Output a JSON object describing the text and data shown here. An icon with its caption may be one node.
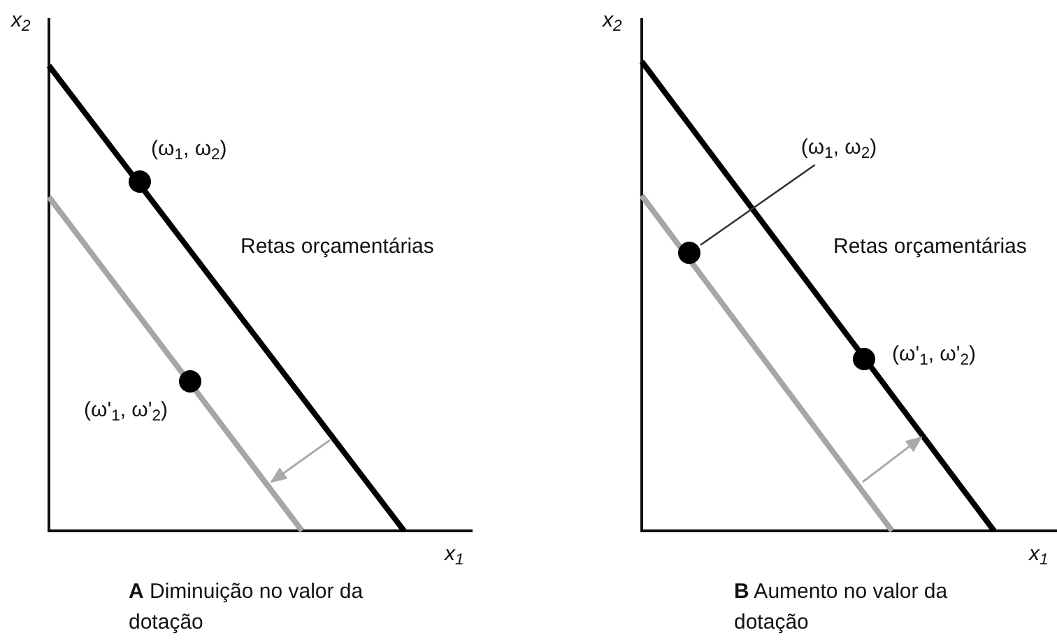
{
  "diagram": {
    "nodes": [
      {
        "text": [],
        "shape": "circle",
        "beside": [
          "(ω$_{1}$, ω$_{2}$)"
        ]
      },
      {
        "text": [],
        "shape": "circle",
        "beside": [
          "(ω'$_{1}$, ω'$_{2}$)"
        ]
      },
      {
        "text": [
          "(ω$_{1}$, ω$_{2}$)"
        ]
      },
      {
        "text": [],
        "shape": "circle"
      },
      {
        "text": [],
        "shape": "circle",
        "beside": [
          "(ω'$_{1}$, ω'$_{2}$)"
        ]
      }
    ],
    "edges": [
      {
        "from": 2,
        "to": 3,
        "arrow": "none"
      }
    ],
    "labels": [
      "x$_{2}$",
      "Retas orçamentárias",
      "x$_{1}$",
      "**A** Diminuição no valor da dotação",
      "x$_{2}$",
      "Retas orçamentárias",
      "x$_{1}$",
      "**B** Aumento no valor da dotação"
    ]
  }
}
